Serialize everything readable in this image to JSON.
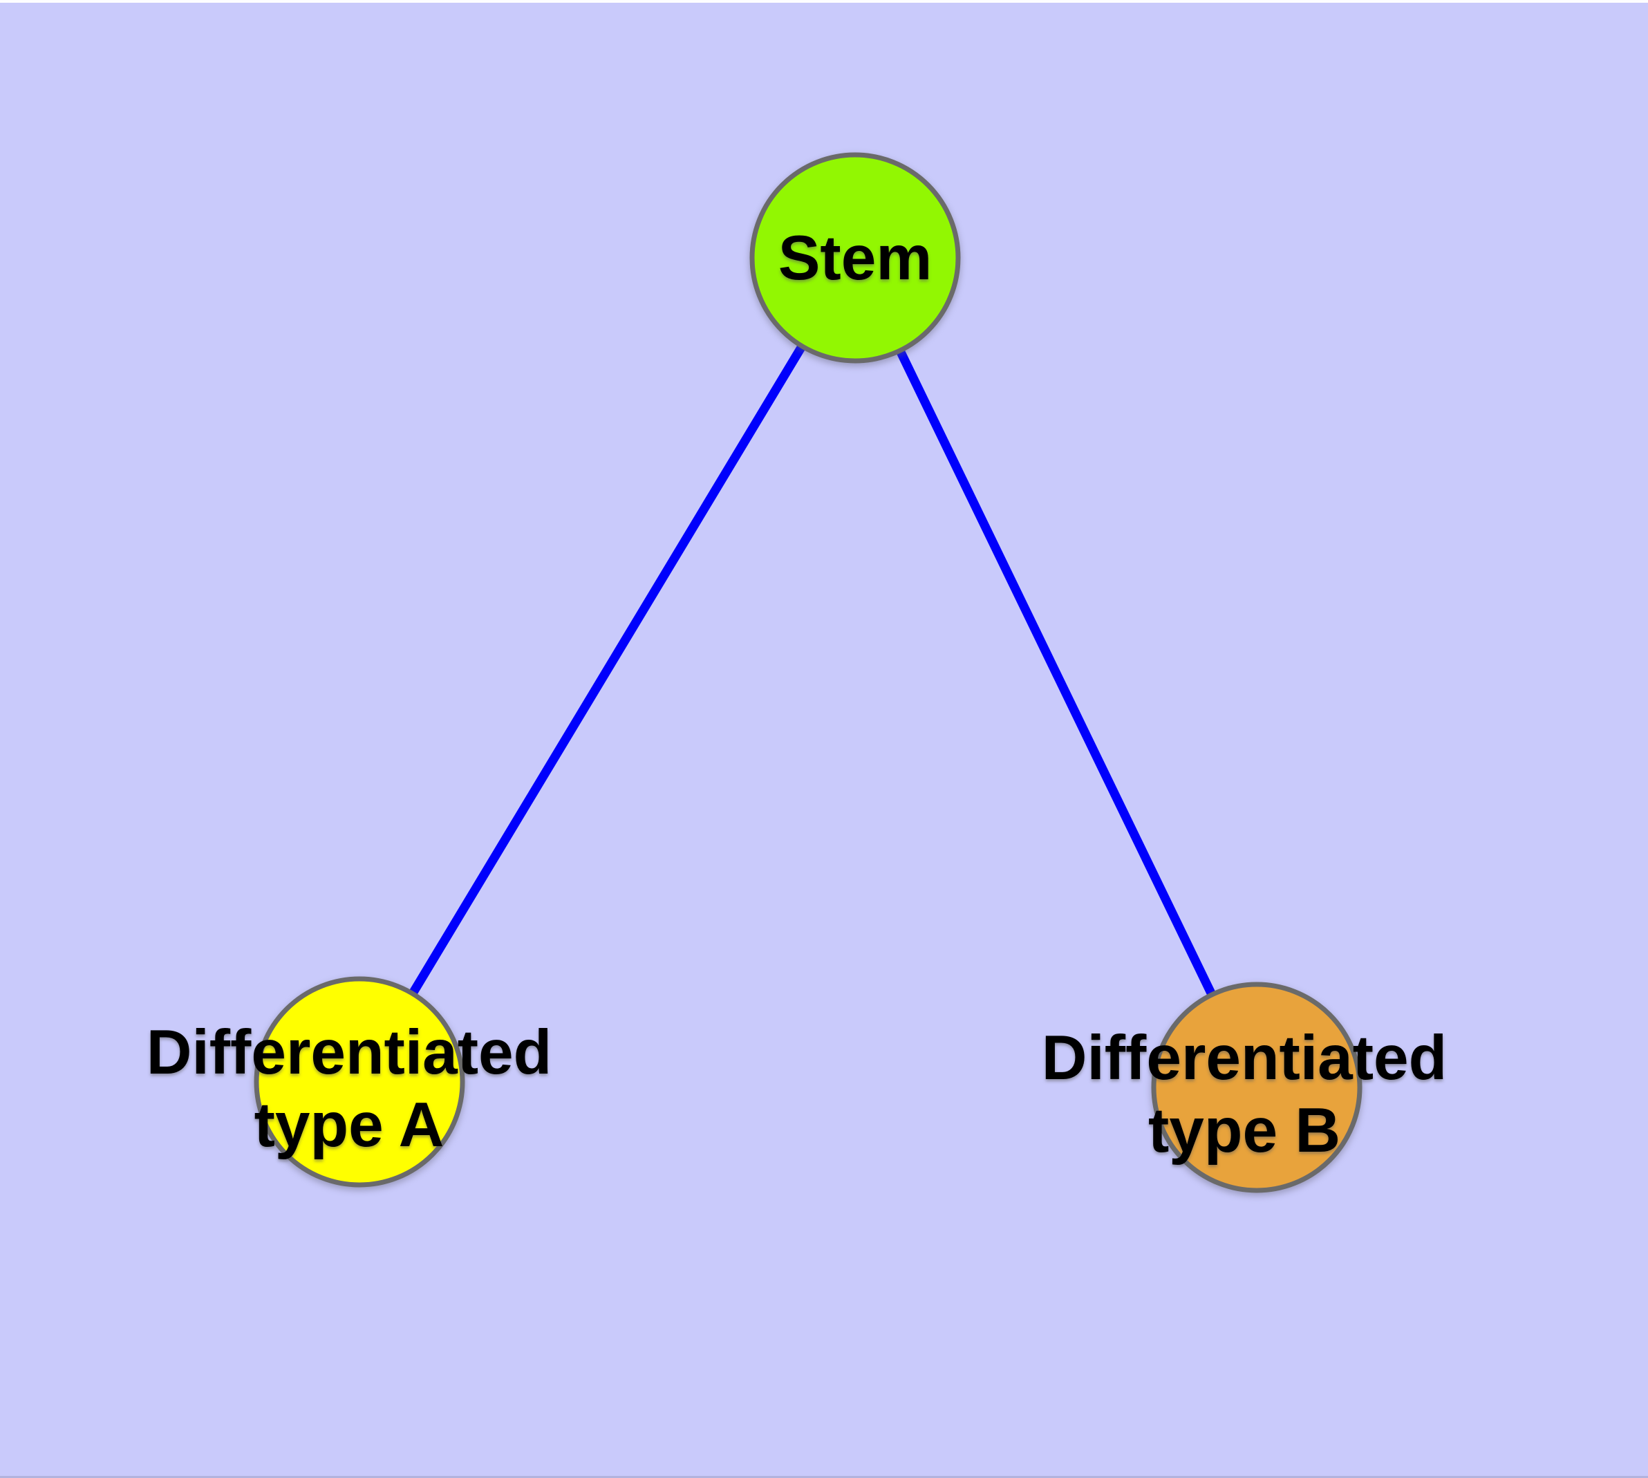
{
  "diagram": {
    "type": "node-link-graph",
    "background_color": "#C9CAFB",
    "node_border_color": "#6A6A6A",
    "text_color": "#000000",
    "nodes": [
      {
        "id": "stem",
        "label": "Stem",
        "fill": "#92F702"
      },
      {
        "id": "type-a",
        "label": "Differentiated\ntype A",
        "fill": "#FFFF00"
      },
      {
        "id": "type-b",
        "label": "Differentiated\ntype B",
        "fill": "#E8A33C"
      }
    ],
    "edges": [
      {
        "from": "stem",
        "to": "type-a",
        "color": "#0000FC"
      },
      {
        "from": "stem",
        "to": "type-b",
        "color": "#0000FC"
      }
    ]
  }
}
